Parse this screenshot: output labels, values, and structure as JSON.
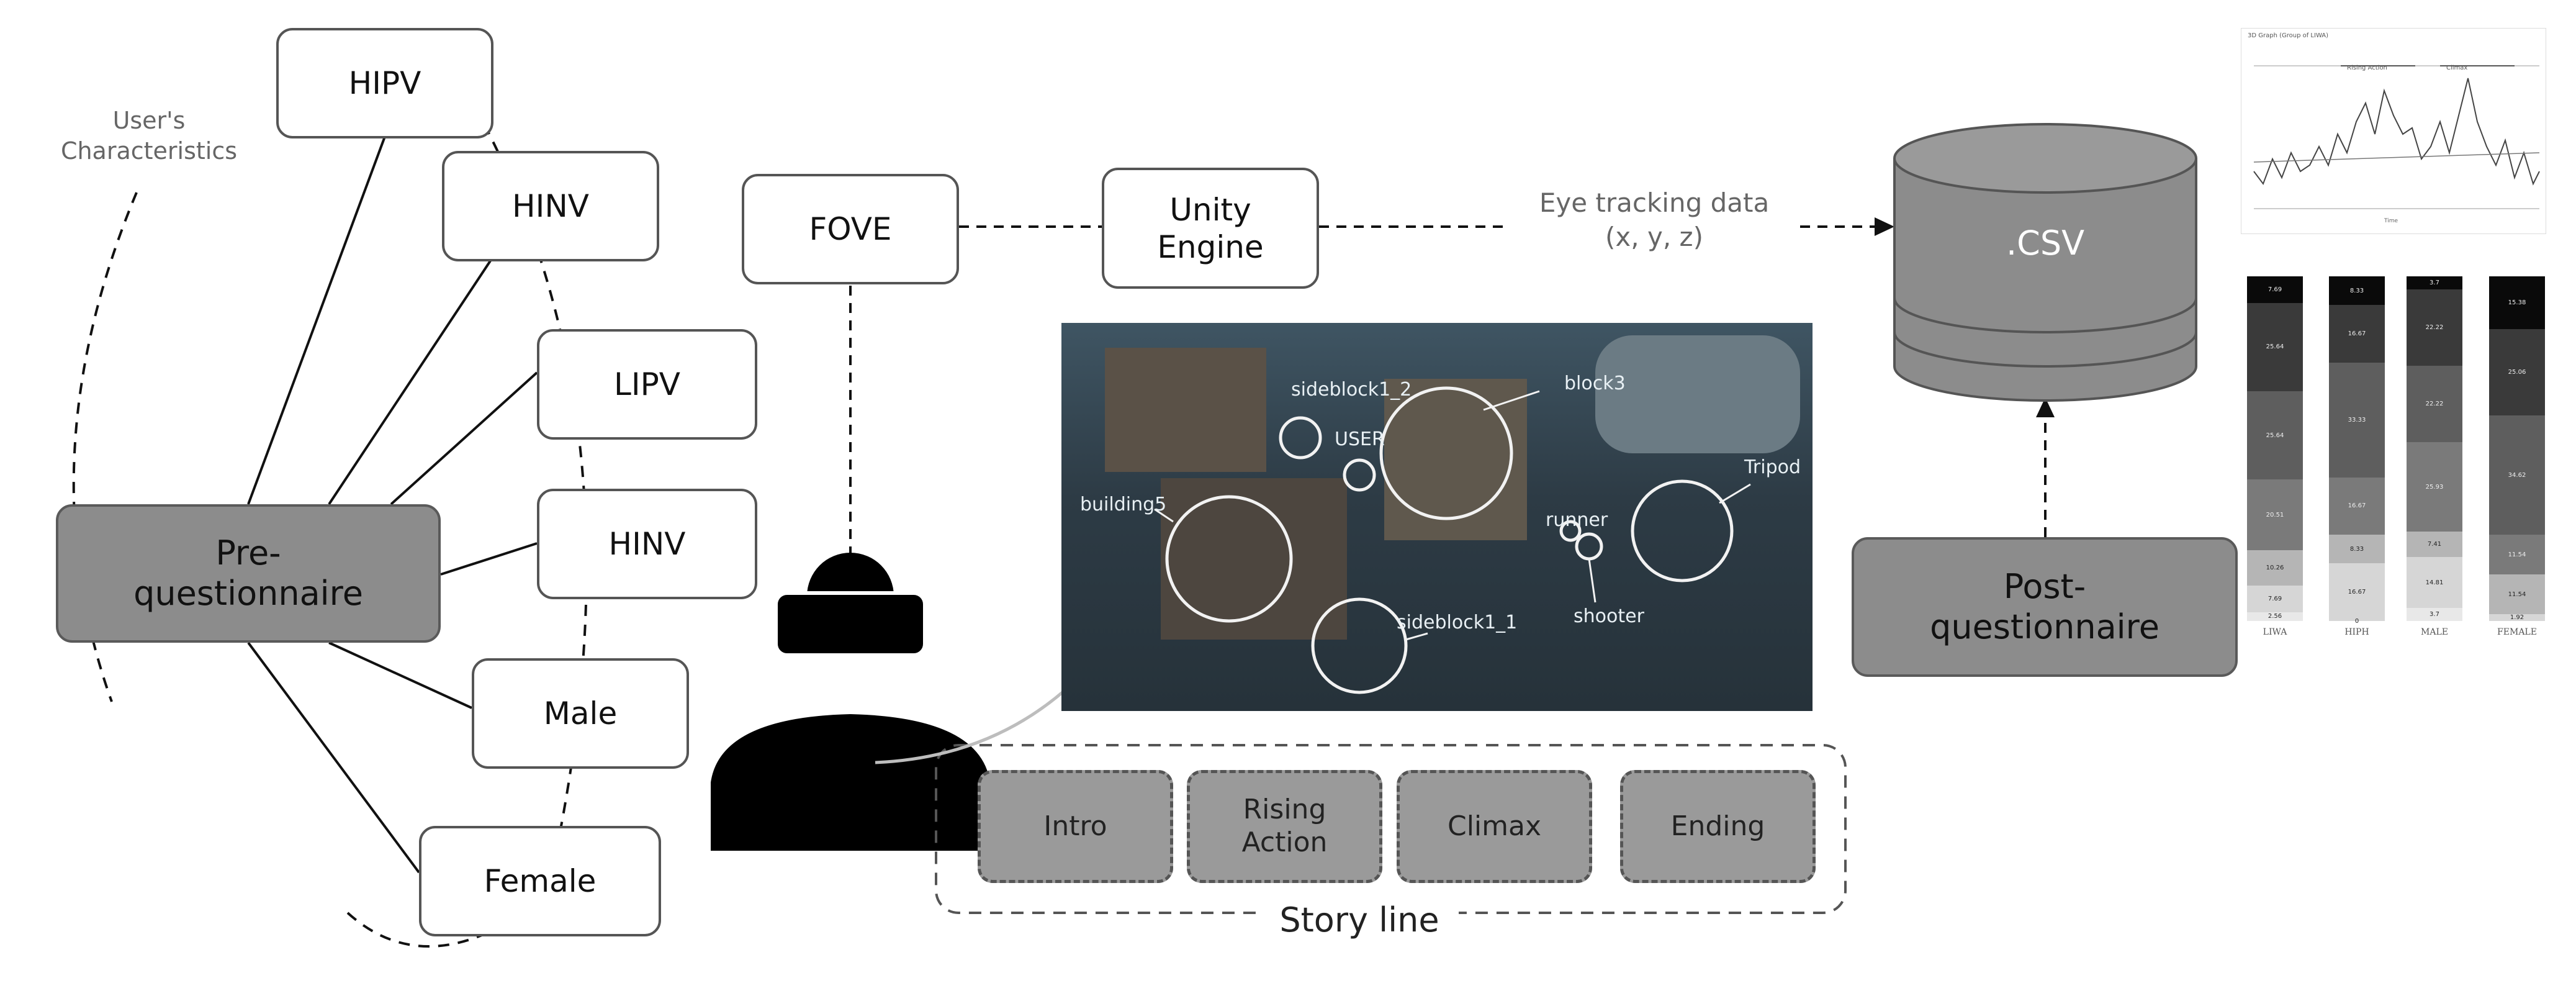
{
  "characteristics": {
    "label": "User's\nCharacteristics",
    "items": [
      "HIPV",
      "HINV",
      "LIPV",
      "HINV",
      "Male",
      "Female"
    ]
  },
  "pre_questionnaire": "Pre-\nquestionnaire",
  "fove": "FOVE",
  "unity": "Unity\nEngine",
  "eye_tracking": "Eye tracking data\n(x, y, z)",
  "csv": ".CSV",
  "post_questionnaire": "Post-\nquestionnaire",
  "scene_labels": {
    "sideblock1_2": "sideblock1_2",
    "user": "USER",
    "block3": "block3",
    "tripod": "Tripod",
    "building5": "building5",
    "runner": "runner",
    "shooter": "shooter",
    "sideblock1_1": "sideblock1_1"
  },
  "story": {
    "stages": [
      "Intro",
      "Rising\nAction",
      "Climax",
      "Ending"
    ],
    "label": "Story line"
  },
  "graph_thumb": {
    "title": "3D Graph (Group of LIWA)",
    "marks": [
      "Rising Action",
      "Climax"
    ],
    "xlabel": "Time"
  },
  "bar_thumb": {
    "labels": [
      "LIWA",
      "HIPH",
      "MALE",
      "FEMALE"
    ],
    "segments": [
      [
        "7.69",
        "25.64",
        "25.64",
        "20.51",
        "10.26",
        "7.69",
        "2.56"
      ],
      [
        "8.33",
        "16.67",
        "33.33",
        "16.67",
        "8.33",
        "16.67",
        "0"
      ],
      [
        "3.7",
        "22.22",
        "22.22",
        "25.93",
        "7.41",
        "14.81",
        "3.7"
      ],
      [
        "15.38",
        "25.06",
        "34.62",
        "11.54",
        "11.54",
        "1.92"
      ]
    ],
    "values": [
      [
        7.69,
        25.64,
        25.64,
        20.51,
        10.26,
        7.69,
        2.56
      ],
      [
        8.33,
        16.67,
        33.33,
        16.67,
        8.33,
        16.67,
        0
      ],
      [
        3.7,
        22.22,
        22.22,
        25.93,
        7.41,
        14.81,
        3.7
      ],
      [
        15.38,
        25.06,
        34.62,
        11.54,
        11.54,
        1.92
      ]
    ]
  },
  "colors": {
    "box_border": "#555555",
    "dark_fill": "#8c8c8c",
    "story_fill": "#9a9a9a",
    "silhouette": "#000000"
  }
}
